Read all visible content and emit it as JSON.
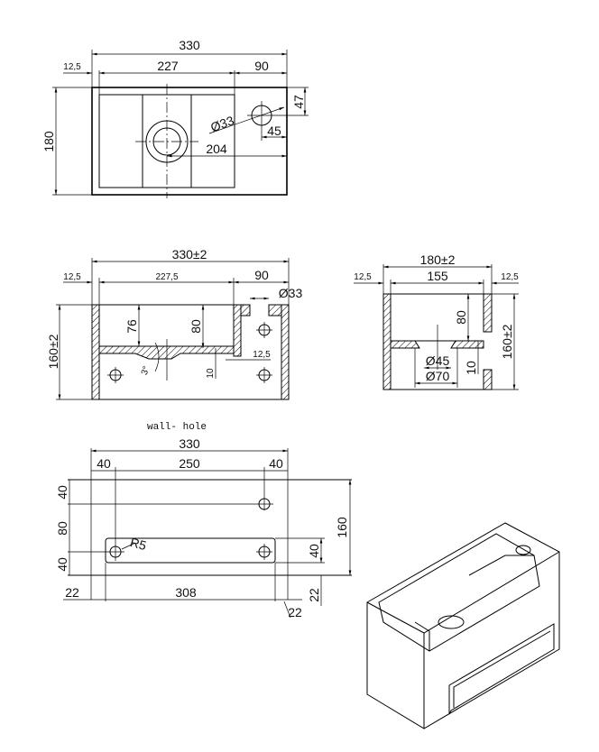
{
  "top_view": {
    "width": "330",
    "margin_left": "12,5",
    "basin_width": "227",
    "tap_zone": "90",
    "depth": "180",
    "tap_offset_y": "47",
    "tap_diameter": "Ø33",
    "tap_offset_x": "45",
    "drain_offset": "204"
  },
  "front_section": {
    "width": "330±2",
    "margin_left": "12,5",
    "inner_width": "227,5",
    "tap_zone": "90",
    "tap_hole": "Ø33",
    "height": "160±2",
    "depth_left": "76",
    "depth_right": "80",
    "slope": "3°",
    "floor": "10",
    "wall": "12,5"
  },
  "side_section": {
    "width": "180±2",
    "inner_width": "155",
    "wall_left": "12,5",
    "wall_right": "12,5",
    "depth": "80",
    "height": "160±2",
    "floor": "10",
    "drain_inner": "Ø45",
    "drain_outer": "Ø70"
  },
  "wall_hole": {
    "caption": "wall- hole",
    "width": "330",
    "edge_left": "40",
    "hole_spacing": "250",
    "edge_right": "40",
    "top_offset": "40",
    "vertical_spacing": "80",
    "bottom_offset": "40",
    "height": "160",
    "radius": "R5",
    "slot_height": "40",
    "slot_left": "22",
    "slot_width": "308",
    "slot_right": "22",
    "slot_bottom": "22"
  }
}
